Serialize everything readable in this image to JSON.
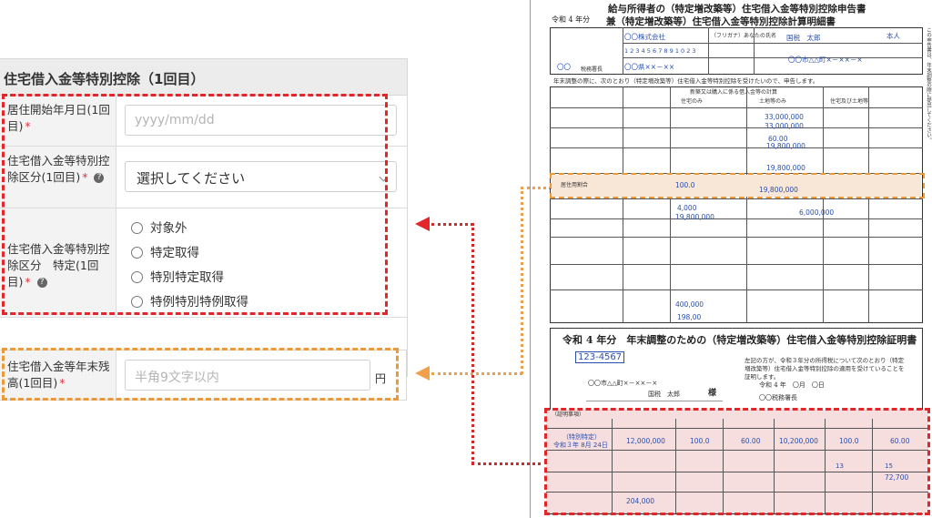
{
  "form": {
    "title": "住宅借入金等特別控除（1回目）",
    "rows": {
      "start_date": {
        "label": "居住開始年月日(1回目)",
        "required": "*",
        "placeholder": "yyyy/mm/dd"
      },
      "category": {
        "label": "住宅借入金等特別控除区分(1回目)",
        "required": "*",
        "help": "?",
        "selected": "選択してください"
      },
      "specific": {
        "label": "住宅借入金等特別控除区分　特定(1回目)",
        "required": "*",
        "help": "?",
        "options": [
          "対象外",
          "特定取得",
          "特別特定取得",
          "特例特別特例取得"
        ]
      },
      "balance": {
        "label": "住宅借入金等年末残高(1回目)",
        "required": "*",
        "placeholder": "半角9文字以内",
        "unit": "円"
      }
    }
  },
  "document": {
    "title_line1": "給与所得者の（特定増改築等）住宅借入金等特別控除申告書",
    "title_line2": "兼（特定増改築等）住宅借入金等特別控除計算明細書",
    "year_label": "令和 4 年分",
    "payer_company": "〇〇株式会社",
    "corporate_number": "1 2 3 4 5 6 7 8 9 1 0 2 3",
    "payer_address": "〇〇県××－××",
    "tax_office": "〇〇",
    "tax_office_suffix": "税務署長",
    "furigana_label": "（フリガナ）あなたの氏名",
    "applicant_name": "国税　太郎",
    "seal": "本人",
    "applicant_address": "〇〇市△△町×－××－×",
    "intro_text": "年末調整の際に、次のとおり（特定増改築等）住宅借入金等特別控除を受けたいので、申告します。",
    "table_headers": [
      "新築又は購入に係る借入金等の計算",
      "住宅のみ",
      "土地等のみ",
      "住宅及び土地等"
    ],
    "values": [
      "33,000,000",
      "33,000,000",
      "60.00",
      "19,800,000",
      "19,800,000",
      "19,800,000",
      "100.0",
      "4,000",
      "19,800,000",
      "6,000,000",
      "400,000",
      "198,00"
    ],
    "ratio_label": "居住用割合",
    "cert_title": "令和 4 年分　年末調整のための（特定増改築等）住宅借入金等特別控除証明書",
    "cert_zip": "123-4567",
    "cert_address": "〇〇市△△町×－××－×",
    "cert_name": "国税　太郎",
    "cert_sama": "様",
    "cert_text": "左記の方が、令和３年分の所得税について次のとおり（特定増改築等）住宅借入金等特別控除の適用を受けていることを証明します。",
    "cert_date": "令和 4 年　〇月　〇日",
    "cert_office": "〇〇税務署長",
    "cert_box_label": "（証明事項）",
    "cert_values": [
      "（特別特定）",
      "令和３年 8月 24日",
      "12,000,000",
      "100.0",
      "60.00",
      "10,200,000",
      "100.0",
      "60.00",
      "13",
      "15",
      "72,700",
      "204,000"
    ],
    "side_note": "この申告書は、年末調整の際に提出してください。"
  }
}
